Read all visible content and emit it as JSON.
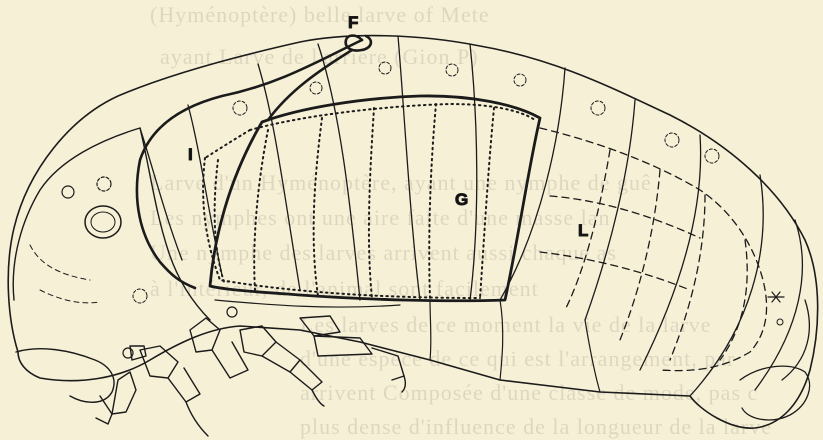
{
  "figure": {
    "labels": {
      "f": "F",
      "g": "G",
      "i": "I",
      "l": "L"
    },
    "bleed_lines": [
      "(Hyménoptère) belle larve of Mete",
      "ayant Larve de l'arrière (Gion P)",
      "Larve d'un Hyménoptère, ayant une nymphe de guê",
      "Les nymphes ont une aire faite d'une masse lan",
      "Une nymphe des larves arrivent aussi chaque as",
      "à l'intérieur, de l'animal sont facilement",
      "Les larves de ce moment la vie de la larve",
      "d'une espèce de ce qui est l'arrangement, par",
      "arrivent Composée d'une classe de mode, pas c",
      "plus dense d'influence de la longueur de la larve"
    ]
  }
}
